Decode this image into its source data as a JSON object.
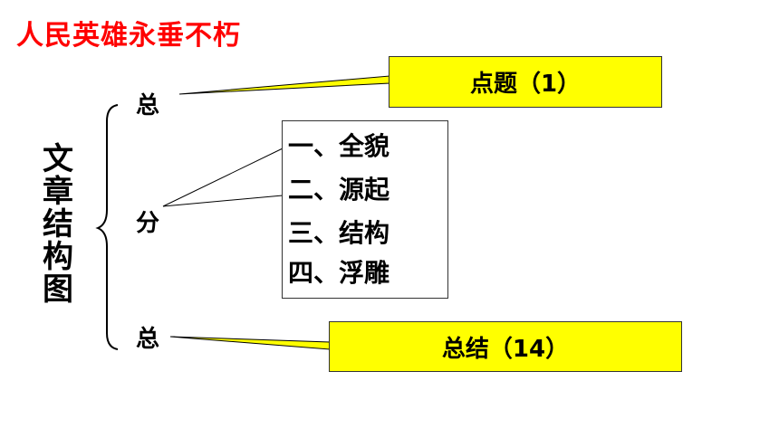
{
  "title": "人民英雄永垂不朽",
  "structure_label": [
    "文",
    "章",
    "结",
    "构",
    "图"
  ],
  "nodes": {
    "top": "总",
    "middle": "分",
    "bottom": "总"
  },
  "boxes": {
    "top": "点题（1）",
    "bottom": "总结（14）"
  },
  "sections": [
    "一、全貌",
    "二、源起",
    "三、结构",
    "四、浮雕"
  ],
  "colors": {
    "title": "#ff0000",
    "box_fill": "#ffff00",
    "line": "#000000"
  }
}
